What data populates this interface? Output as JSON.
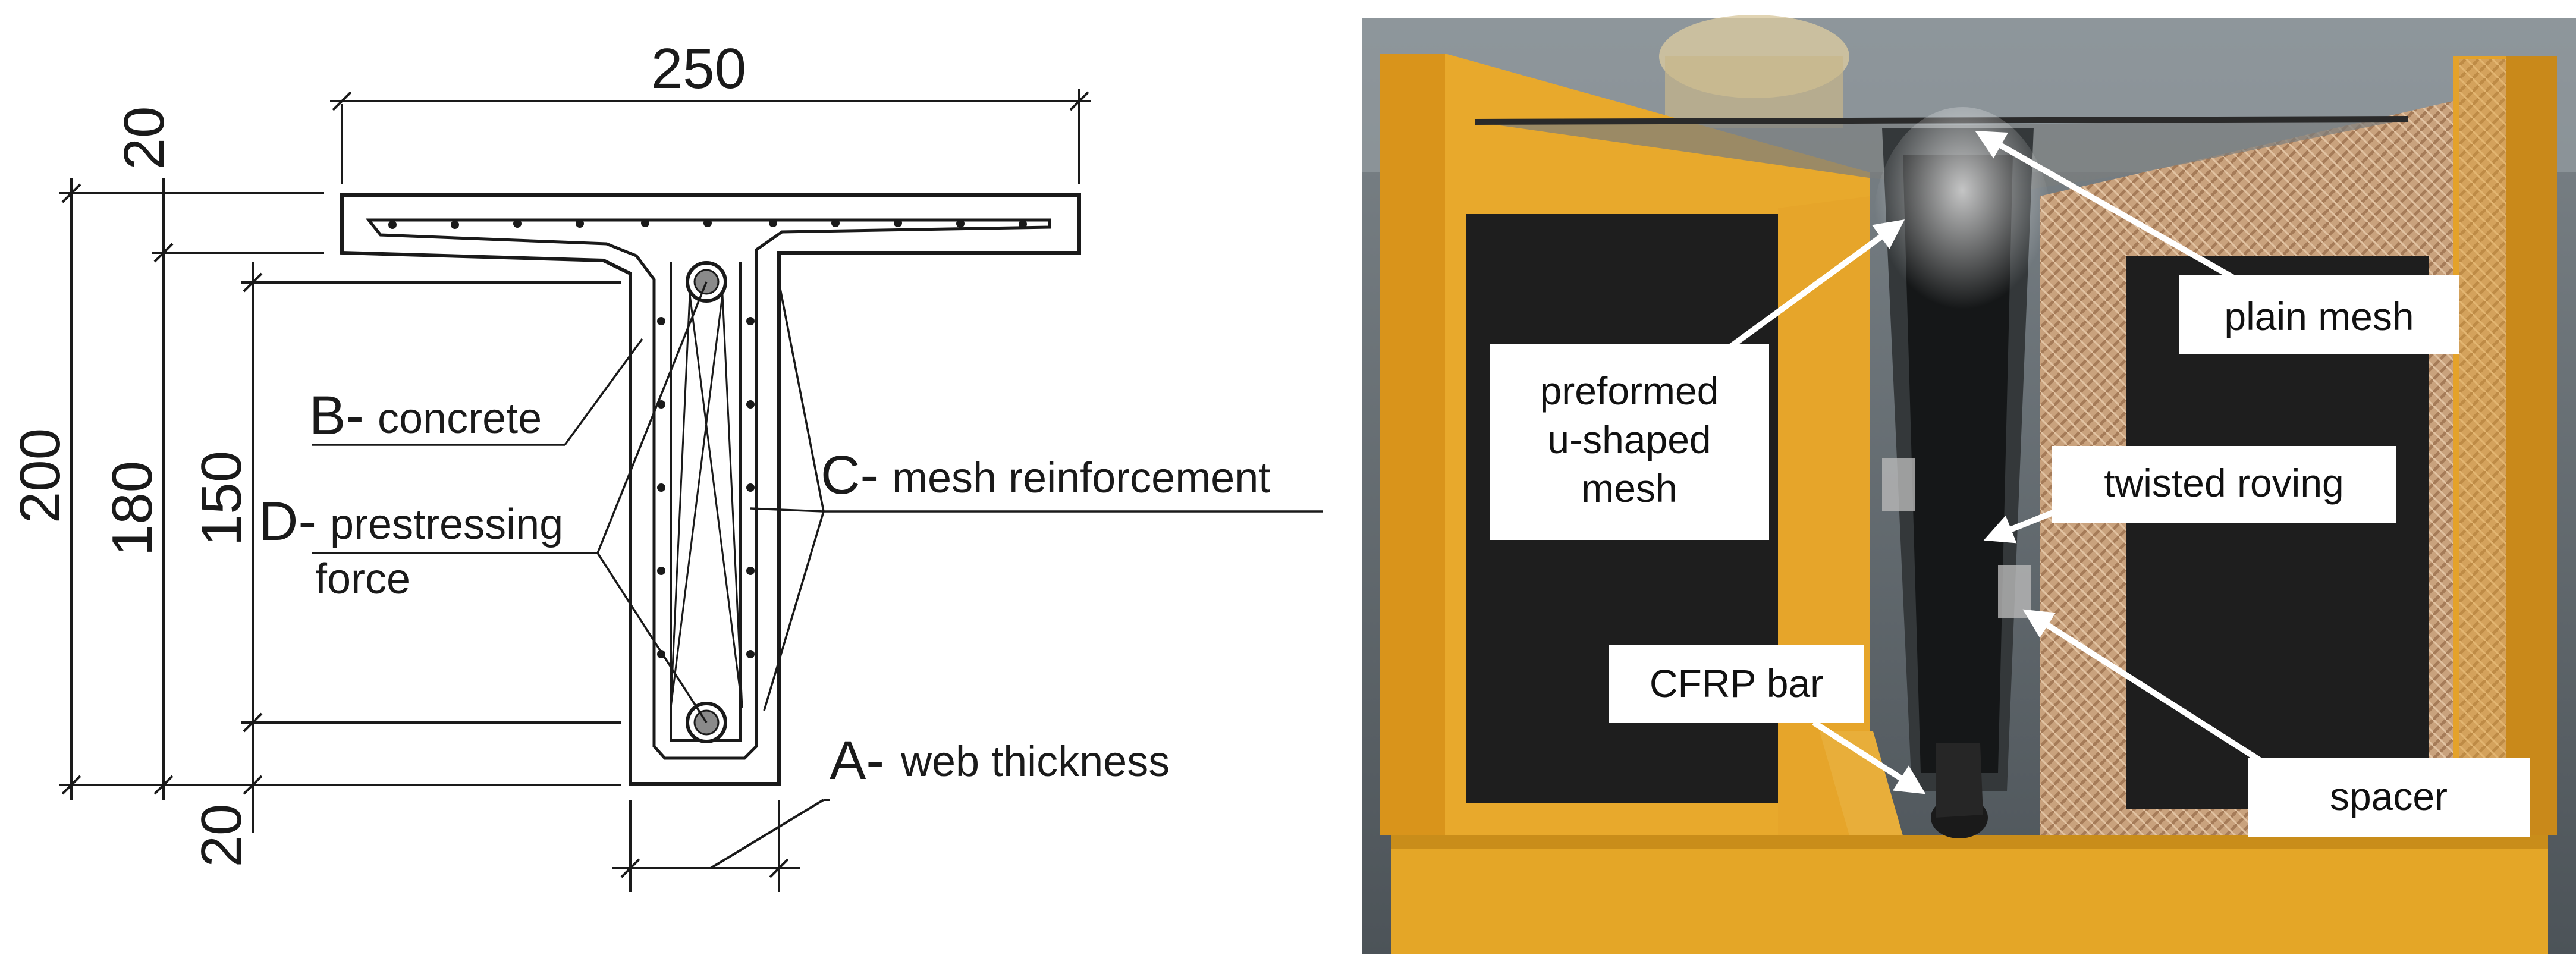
{
  "left_panel": {
    "dimensions": {
      "top_width": "250",
      "flange_thickness_top": "20",
      "total_height": "200",
      "height_180": "180",
      "height_150": "150",
      "bottom_cover": "20"
    },
    "labels": {
      "b_letter": "B-",
      "b_text": "concrete",
      "c_letter": "C-",
      "c_text": "mesh reinforcement",
      "d_letter": "D-",
      "d_text_line1": "prestressing",
      "d_text_line2": "force",
      "a_letter": "A-",
      "a_text": "web thickness"
    }
  },
  "right_panel": {
    "labels": {
      "plain_mesh": "plain mesh",
      "preformed_line1": "preformed",
      "preformed_line2": "u-shaped",
      "preformed_line3": "mesh",
      "twisted_roving": "twisted roving",
      "cfrp_bar": "CFRP bar",
      "spacer": "spacer"
    },
    "colors": {
      "formwork_yellow": "#e3a126",
      "formwork_dark": "#1e1e1e",
      "osb_pattern": "#cfa982",
      "background": "#5f666b"
    }
  }
}
